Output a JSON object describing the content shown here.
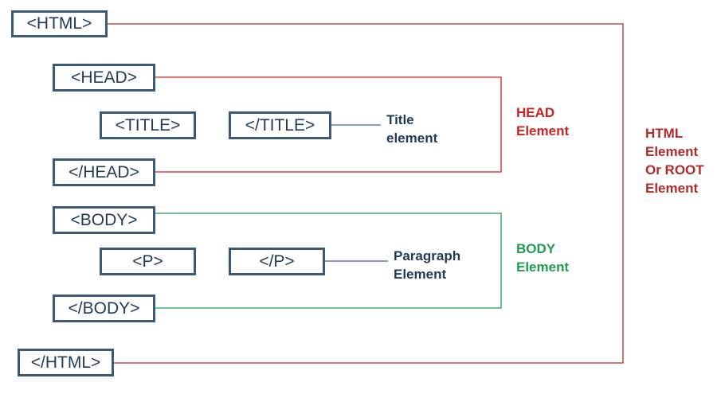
{
  "colors": {
    "html": "#b22a2a",
    "head": "#cc2222",
    "body": "#1e9e52",
    "inner": "#3d6a9a",
    "tag_border": "#3b5a77",
    "tag_text": "#1f3b57",
    "note_text": "#1f3b57"
  },
  "tags": {
    "html_open": "<HTML>",
    "head_open": "<HEAD>",
    "title_open": "<TITLE>",
    "title_close": "</TITLE>",
    "head_close": "</HEAD>",
    "body_open": "<BODY>",
    "p_open": "<P>",
    "p_close": "</P>",
    "body_close": "</BODY>",
    "html_close": "</HTML>"
  },
  "labels": {
    "title_element": "Title\nelement",
    "paragraph_element": "Paragraph\nElement",
    "head_element": "HEAD\nElement",
    "body_element": "BODY\nElement",
    "html_element": "HTML\nElement\nOr ROOT\nElement"
  }
}
